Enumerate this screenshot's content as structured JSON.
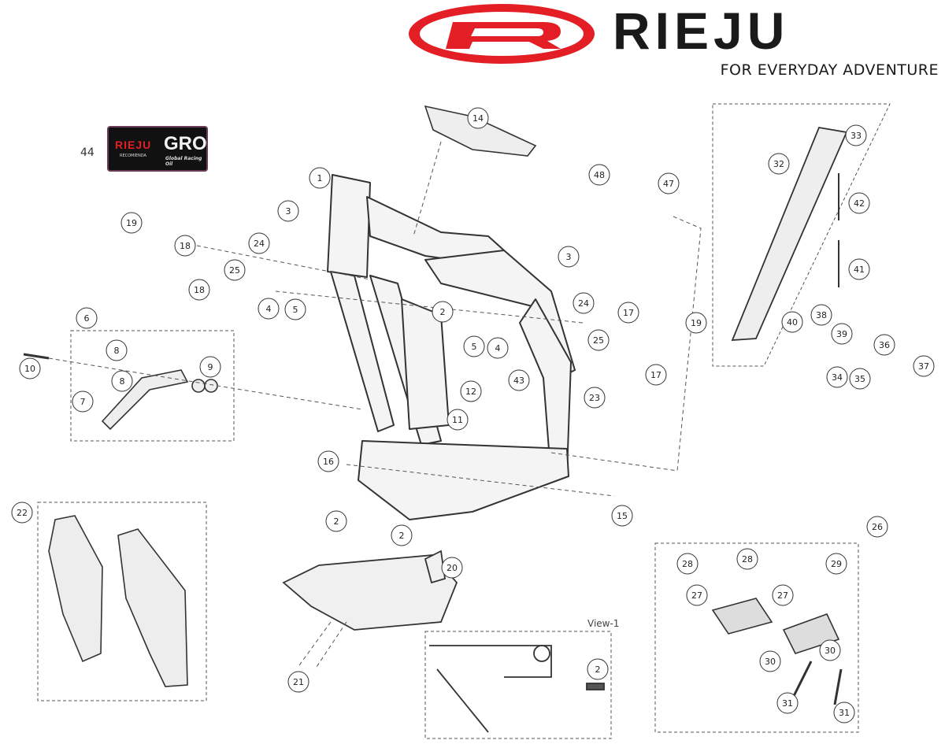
{
  "brand": {
    "wordmark": "RIEJU",
    "tagline": "FOR EVERYDAY ADVENTURE",
    "logo_color": "#e31e24"
  },
  "badge": {
    "number": "44",
    "brand": "RIEJU",
    "recommends": "RECOMIENDA",
    "gro": "GRO",
    "gro_tagline": "Global Racing Oil"
  },
  "view_label": "View-1",
  "callouts": {
    "c1": "1",
    "c2a": "2",
    "c2b": "2",
    "c2c": "2",
    "c2d": "2",
    "c3a": "3",
    "c3b": "3",
    "c4a": "4",
    "c4b": "4",
    "c5a": "5",
    "c5b": "5",
    "c6": "6",
    "c7": "7",
    "c8a": "8",
    "c8b": "8",
    "c9": "9",
    "c10": "10",
    "c11": "11",
    "c12": "12",
    "c14": "14",
    "c15": "15",
    "c16": "16",
    "c17a": "17",
    "c17b": "17",
    "c18a": "18",
    "c18b": "18",
    "c19a": "19",
    "c19b": "19",
    "c20": "20",
    "c21": "21",
    "c22": "22",
    "c23": "23",
    "c24a": "24",
    "c24b": "24",
    "c25a": "25",
    "c25b": "25",
    "c26": "26",
    "c27a": "27",
    "c27b": "27",
    "c28a": "28",
    "c28b": "28",
    "c29": "29",
    "c30a": "30",
    "c30b": "30",
    "c31a": "31",
    "c31b": "31",
    "c32": "32",
    "c33": "33",
    "c34": "34",
    "c35": "35",
    "c36": "36",
    "c37": "37",
    "c38": "38",
    "c39": "39",
    "c40": "40",
    "c41": "41",
    "c42": "42",
    "c43": "43",
    "c47": "47",
    "c48": "48"
  }
}
